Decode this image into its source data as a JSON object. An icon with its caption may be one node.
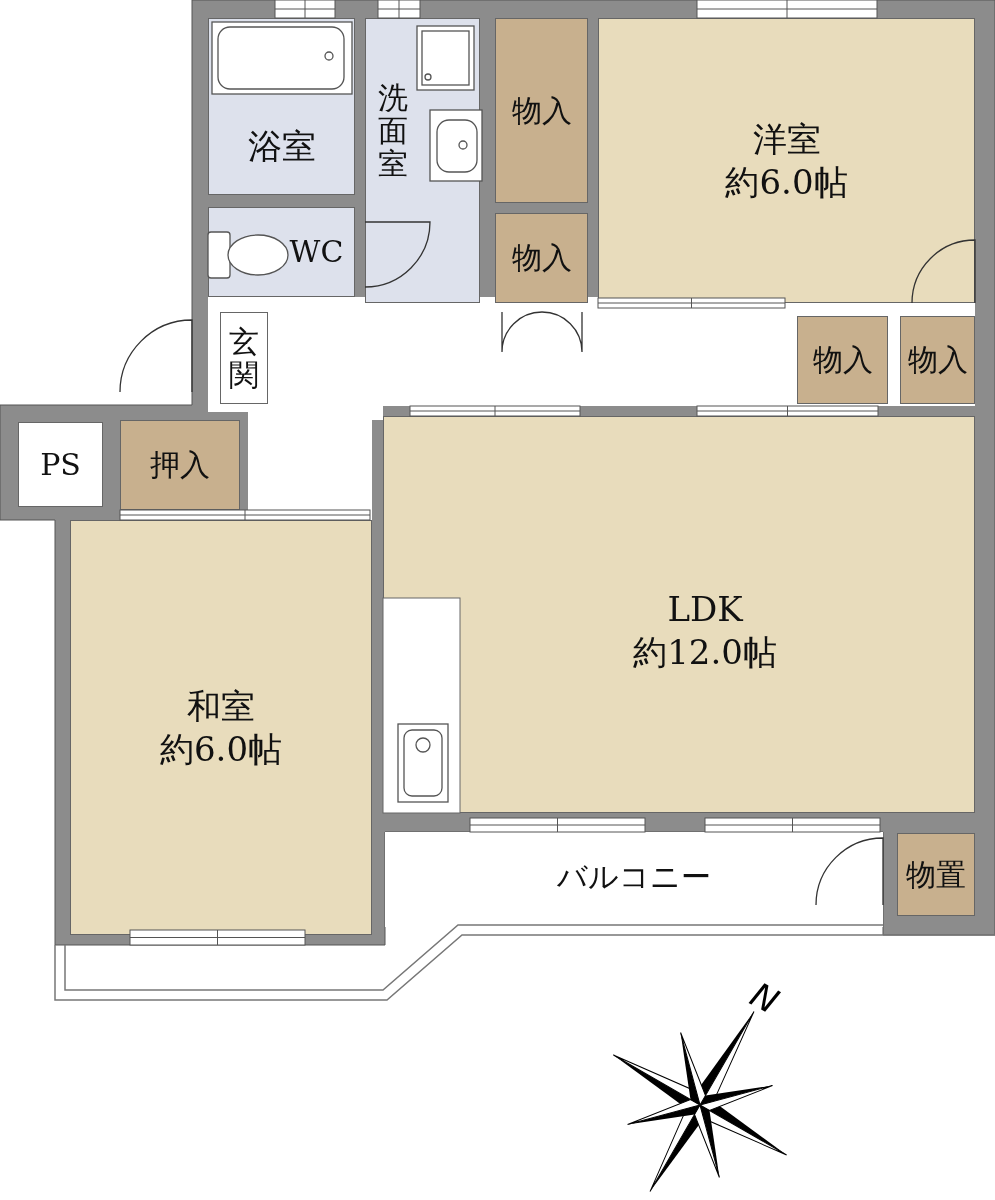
{
  "diagram": {
    "nodes": [
      {
        "text": [
          "浴室"
        ]
      },
      {
        "text": [
          "洗面室"
        ]
      },
      {
        "text": [
          "WC"
        ]
      },
      {
        "text": [
          "物入"
        ]
      },
      {
        "text": [
          "物入"
        ]
      },
      {
        "text": [
          "洋室",
          "約6.0帖"
        ]
      },
      {
        "text": [
          "玄関"
        ]
      },
      {
        "text": [
          "物入"
        ]
      },
      {
        "text": [
          "物入"
        ]
      },
      {
        "text": [
          "PS"
        ]
      },
      {
        "text": [
          "押入"
        ]
      },
      {
        "text": [
          "LDK",
          "約12.0帖"
        ]
      },
      {
        "text": [
          "和室",
          "約6.0帖"
        ]
      },
      {
        "text": [
          "バルコニー"
        ]
      },
      {
        "text": [
          "物置"
        ]
      }
    ],
    "labels": [
      "N"
    ]
  }
}
